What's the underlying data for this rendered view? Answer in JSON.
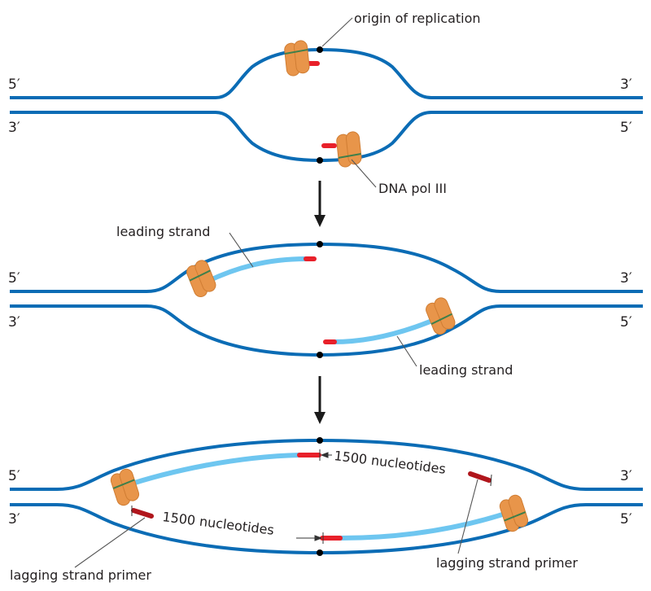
{
  "diagram": {
    "title": "DNA replication bubble: leading and lagging strand synthesis",
    "colors": {
      "template_strand": "#0b6cb5",
      "new_strand": "#6ec6f0",
      "primer": "#e8202a",
      "polymerase": "#e8954a",
      "origin": "#000000",
      "arrow": "#1a1a1a"
    },
    "end_labels": {
      "top_left": "5′",
      "top_right": "3′",
      "bottom_left": "3′",
      "bottom_right": "5′"
    },
    "panels": [
      {
        "step": 1,
        "labels": {
          "origin": "origin of replication",
          "polymerase": "DNA pol III"
        }
      },
      {
        "step": 2,
        "labels": {
          "leading_top": "leading strand",
          "leading_bottom": "leading strand"
        }
      },
      {
        "step": 3,
        "labels": {
          "distance_top": "1500 nucleotides",
          "distance_bottom": "1500 nucleotides",
          "primer_left": "lagging strand primer",
          "primer_right": "lagging strand primer"
        }
      }
    ],
    "icons": [
      "dna-polymerase-icon",
      "origin-dot-icon",
      "down-arrow-icon",
      "primer-icon"
    ]
  }
}
